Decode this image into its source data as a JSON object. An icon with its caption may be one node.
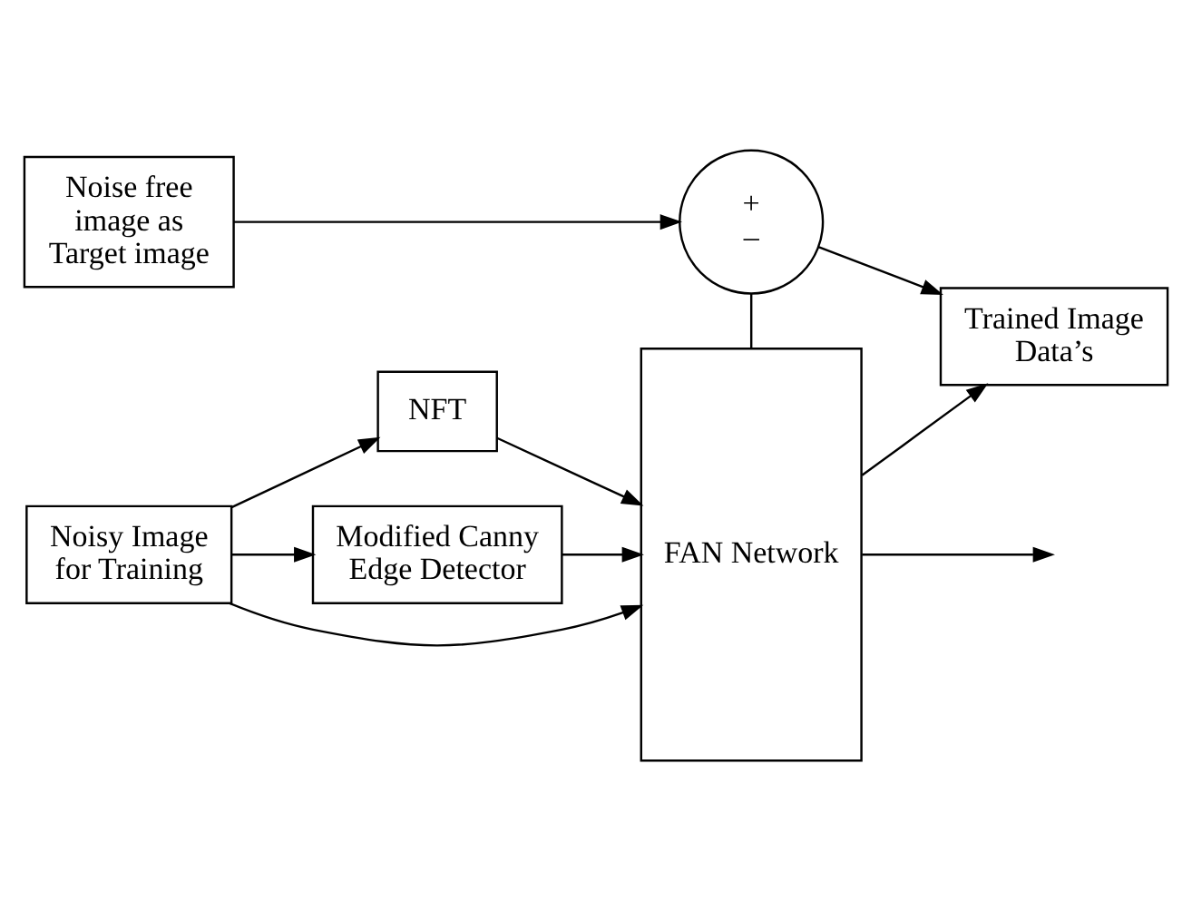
{
  "diagram": {
    "nodes": [
      {
        "text": [
          "Noise free image as Target image"
        ]
      },
      {
        "text": [
          "+",
          "–"
        ]
      },
      {
        "text": [
          "Trained Image Data’s"
        ]
      },
      {
        "text": [
          "NFT"
        ]
      },
      {
        "text": [
          "Noisy Image for Training"
        ]
      },
      {
        "text": [
          "Modified Canny Edge Detector"
        ]
      },
      {
        "text": [
          "FAN Network"
        ]
      }
    ],
    "edges": [
      {
        "from": 0,
        "to": 1,
        "arrow": "to"
      },
      {
        "from": 1,
        "to": 2,
        "arrow": "to"
      },
      {
        "from": 6,
        "to": 1,
        "arrow": "none"
      },
      {
        "from": 4,
        "to": 3,
        "arrow": "to"
      },
      {
        "from": 4,
        "to": 5,
        "arrow": "to"
      },
      {
        "from": 4,
        "to": 6,
        "arrow": "to"
      },
      {
        "from": 3,
        "to": 6,
        "arrow": "to"
      },
      {
        "from": 5,
        "to": 6,
        "arrow": "to"
      },
      {
        "from": 6,
        "to": 2,
        "arrow": "to"
      },
      {
        "from": 6,
        "to": null,
        "arrow": "to"
      }
    ]
  }
}
